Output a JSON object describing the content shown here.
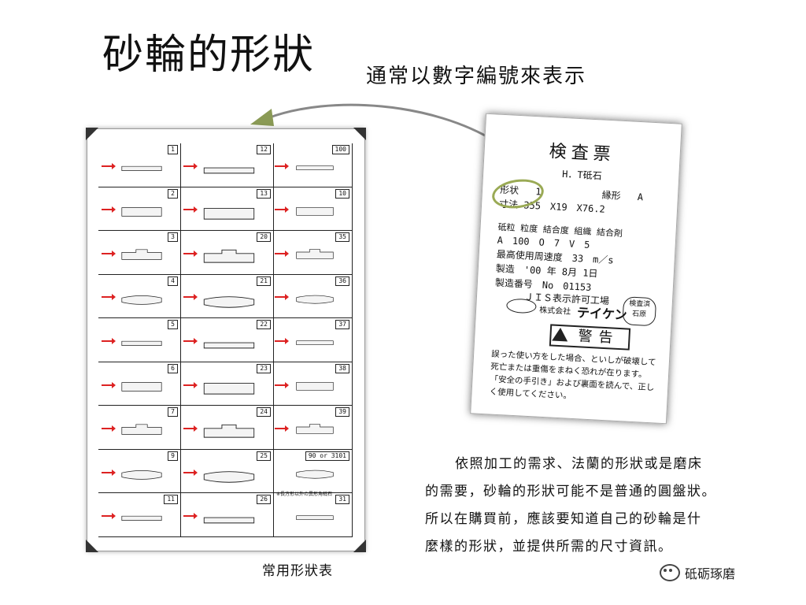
{
  "header": {
    "title": "砂輪的形狀",
    "subtitle": "通常以數字編號來表示"
  },
  "shape_chart": {
    "caption": "常用形狀表",
    "columns": [
      [
        "1",
        "2",
        "3",
        "4",
        "5",
        "6",
        "7",
        "9",
        "11"
      ],
      [
        "12",
        "13",
        "20",
        "21",
        "22",
        "23",
        "24",
        "25",
        "26"
      ],
      [
        "100",
        "10",
        "35",
        "36",
        "37",
        "38",
        "39",
        "90 or 3101",
        "31"
      ]
    ],
    "note": "※長方形以外の異形角砥石"
  },
  "inspection_card": {
    "title": "検査票",
    "maker_line": "H．T砥石",
    "shape_label": "形状",
    "shape_value": "1",
    "edge_label": "縁形",
    "edge_value": "A",
    "size_label": "寸法",
    "size_value": "355　X19　X76.2",
    "spec_header": "砥粒 粒度 結合度 組織 結合剤",
    "spec_values": "A　100　O　7　V　5",
    "max_speed": "最高使用周速度　33　m／s",
    "mfg_date": "製造　'00 年 8月 1日",
    "mfg_no": "製造番号　No　01153",
    "jis": "ＪＩＳ表示許可工場",
    "company": "株式会社",
    "company_brand": "テイケン",
    "stamp_line1": "検査済",
    "stamp_line2": "石原",
    "warning_title": "警告",
    "warning_text_1": "誤った使い方をした場合、といしが破壊して",
    "warning_text_2": "死亡または重傷をまねく恐れが在ります。",
    "warning_text_3": "「安全の手引き」および裏面を読んで、正し",
    "warning_text_4": "く使用してください。"
  },
  "description": {
    "line1": "依照加工的需求、法蘭的形狀或是磨床",
    "line2": "的需要，砂輪的形狀可能不是普通的圓盤狀。",
    "line3": "所以在購買前，應該要知道自己的砂輪是什",
    "line4": "麼樣的形狀，並提供所需的尺寸資訊。"
  },
  "watermark": {
    "text": "砥砺琢磨"
  },
  "colors": {
    "highlight": "#9aaa55",
    "arrow_red": "#d22222"
  }
}
